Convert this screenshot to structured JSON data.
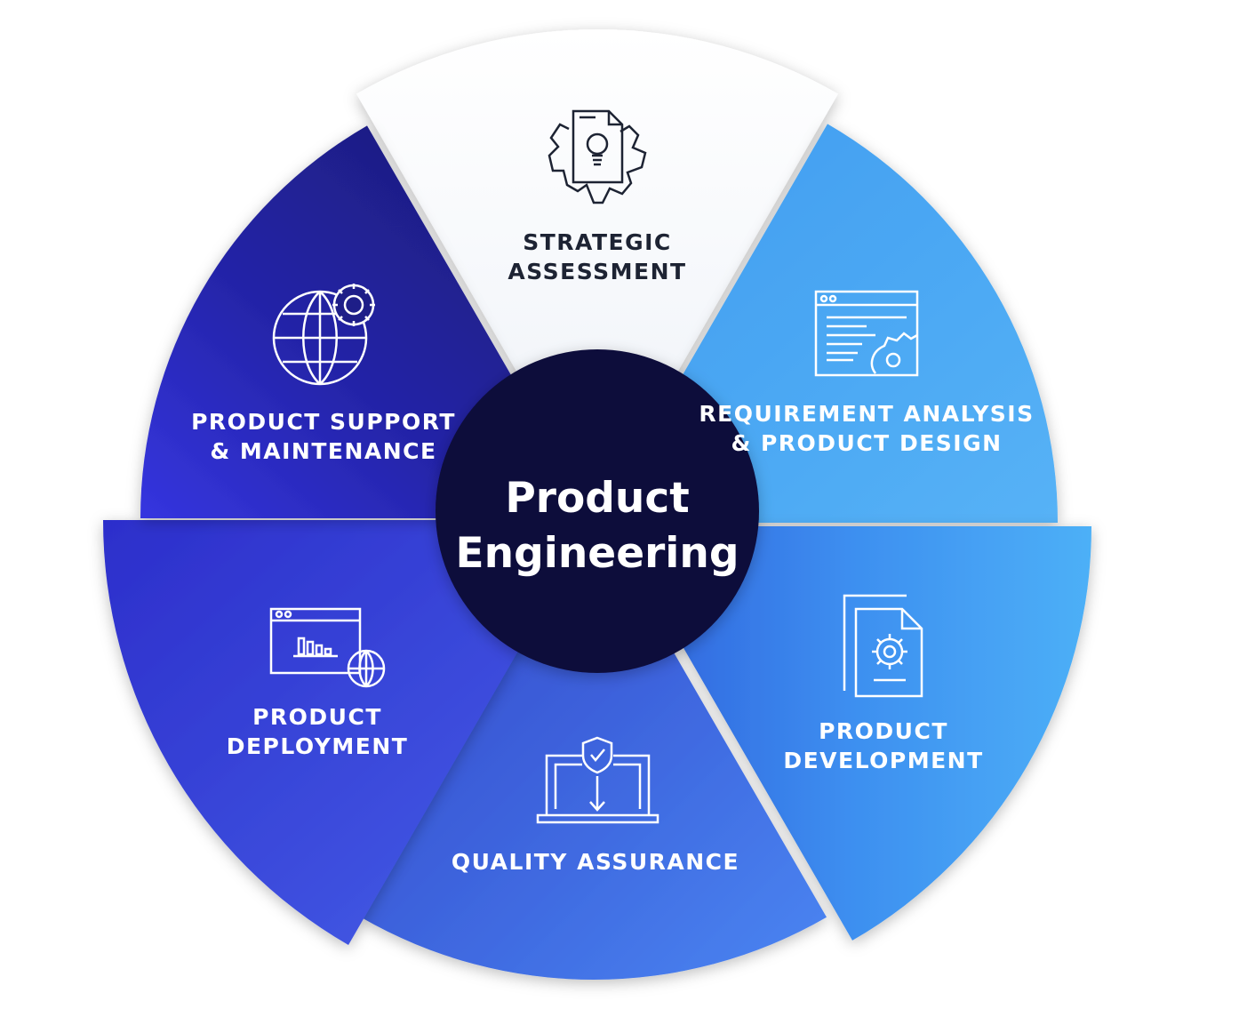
{
  "center": {
    "line1": "Product",
    "line2": "Engineering"
  },
  "segments": [
    {
      "id": "strategic",
      "line1": "STRATEGIC",
      "line2": "ASSESSMENT",
      "icon": "gear-document-lightbulb-icon"
    },
    {
      "id": "requirement",
      "line1": "REQUIREMENT ANALYSIS",
      "line2": "& PRODUCT DESIGN",
      "icon": "browser-gear-icon"
    },
    {
      "id": "development",
      "line1": "PRODUCT",
      "line2": "DEVELOPMENT",
      "icon": "document-gear-icon"
    },
    {
      "id": "qa",
      "line1": "QUALITY ASSURANCE",
      "icon": "laptop-shield-icon"
    },
    {
      "id": "deployment",
      "line1": "PRODUCT",
      "line2": "DEPLOYMENT",
      "icon": "browser-chart-globe-icon"
    },
    {
      "id": "support",
      "line1": "PRODUCT SUPPORT",
      "line2": "& MAINTENANCE",
      "icon": "globe-gear-icon"
    }
  ],
  "colors": {
    "center": "#0d0a3a",
    "strategic": "#ffffff",
    "requirement": "#4aa9f2",
    "development": "#3f93f0",
    "qa": "#3d62e6",
    "deployment": "#3a44dc",
    "support": "#22209a"
  }
}
